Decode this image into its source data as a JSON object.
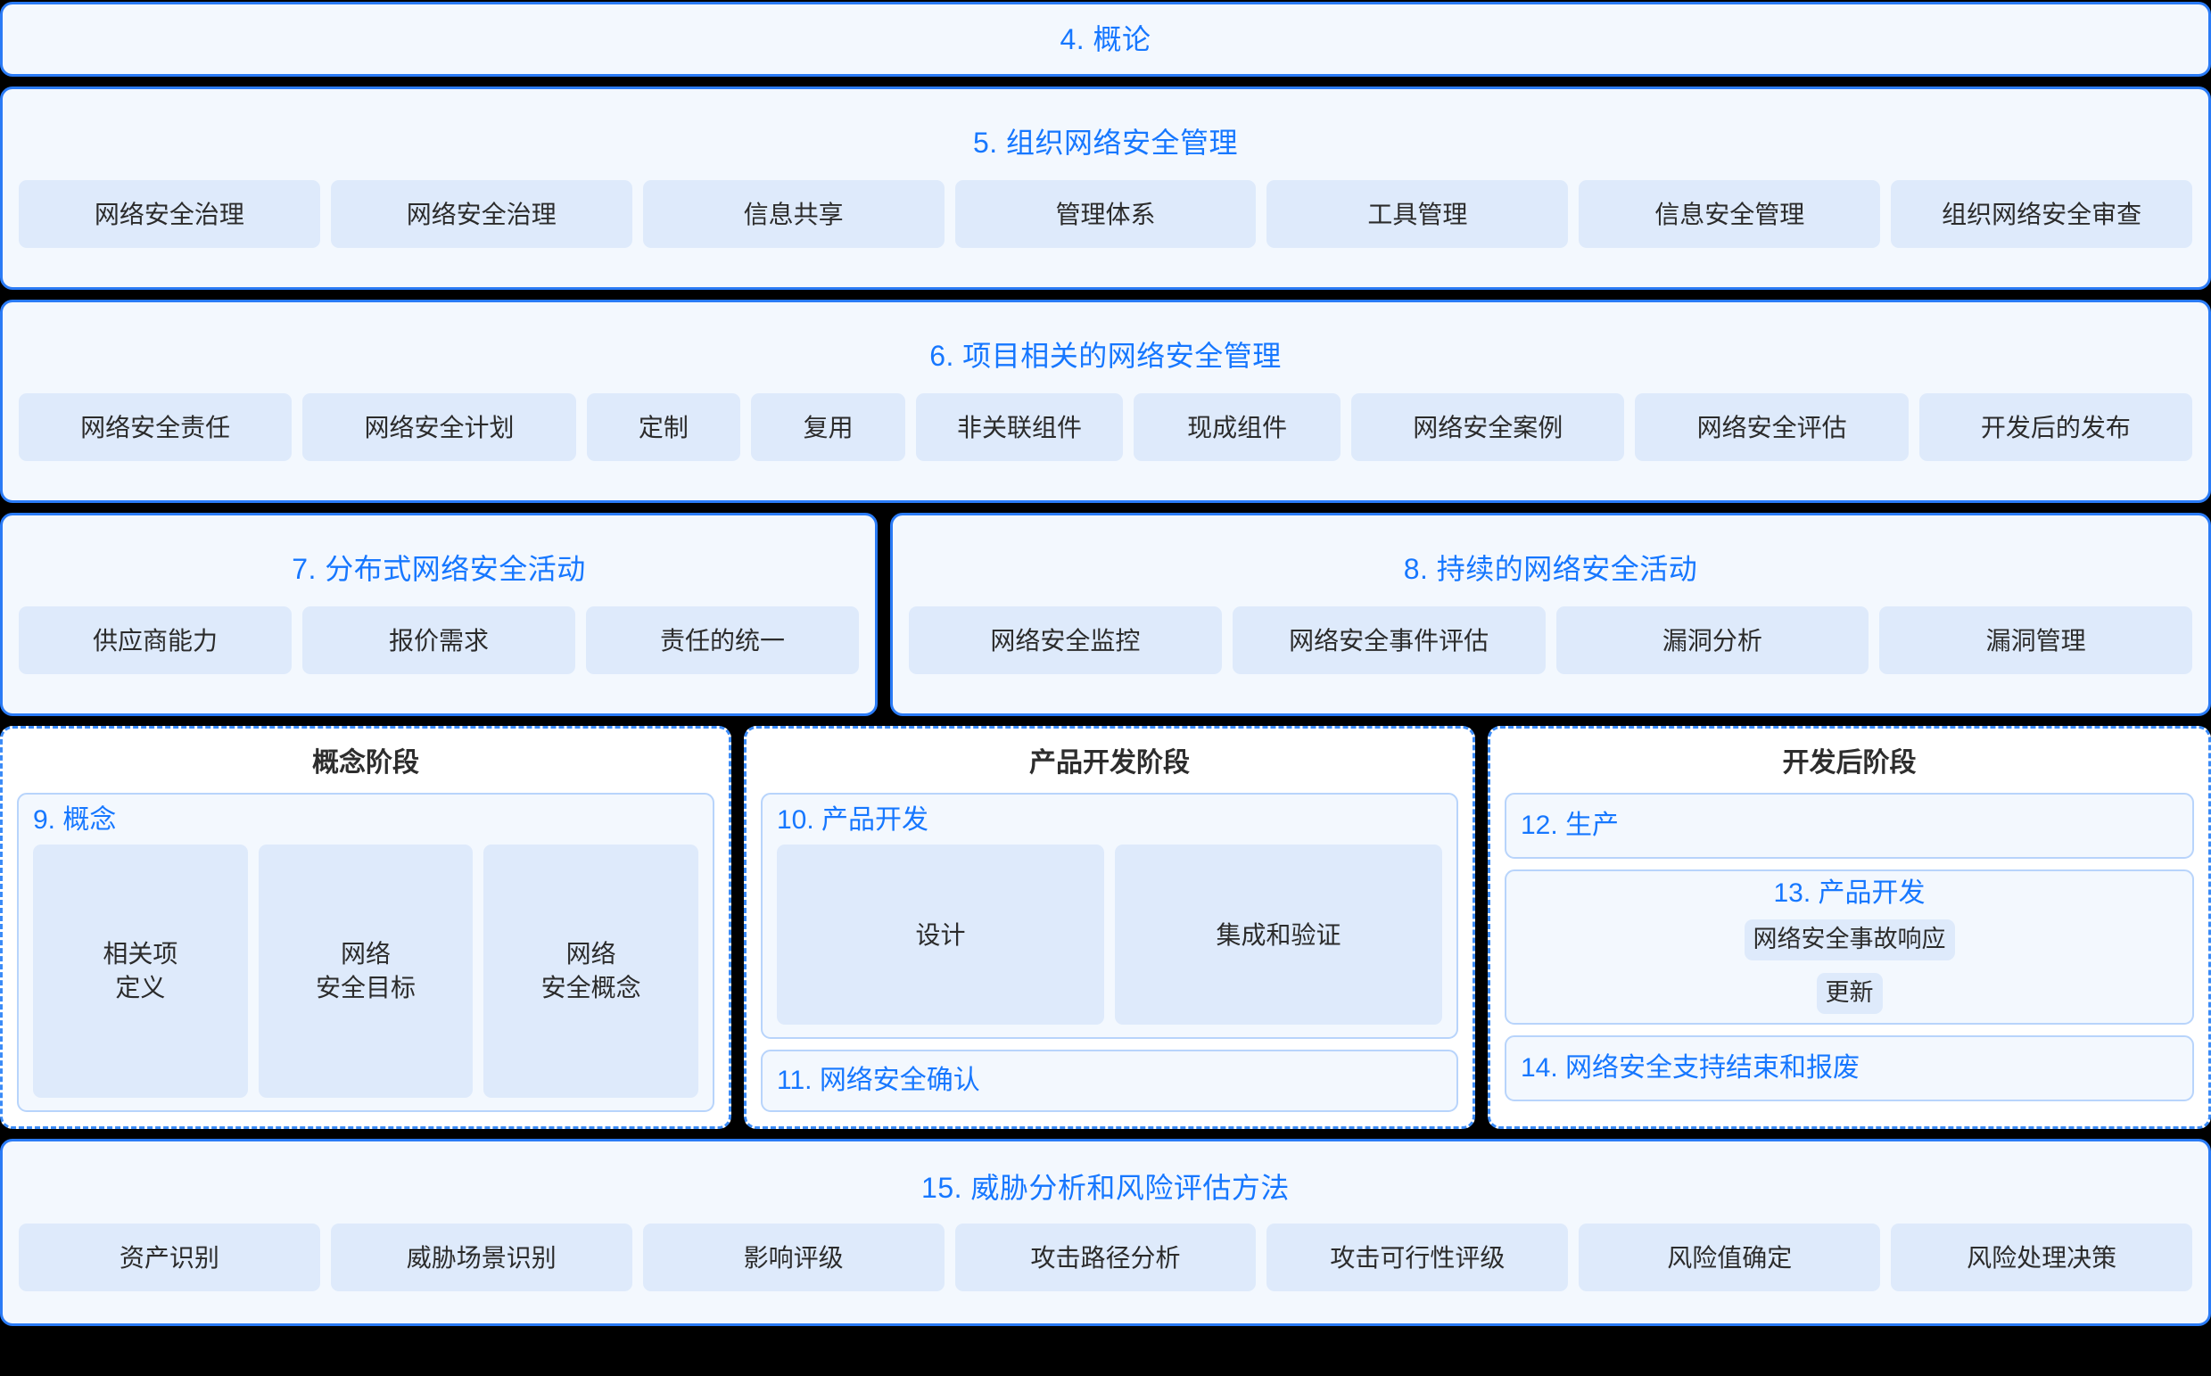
{
  "colors": {
    "background": "#000000",
    "panel_bg": "#f3f8fe",
    "panel_border": "#2a7bf6",
    "chip_bg": "#deeafb",
    "accent_blue": "#1677ff",
    "text_dark": "#2b2b2b",
    "phase_card_bg": "#ffffff"
  },
  "sections": {
    "s4": {
      "title": "4. 概论"
    },
    "s5": {
      "title": "5. 组织网络安全管理",
      "items": [
        "网络安全治理",
        "网络安全治理",
        "信息共享",
        "管理体系",
        "工具管理",
        "信息安全管理",
        "组织网络安全审查"
      ]
    },
    "s6": {
      "title": "6. 项目相关的网络安全管理",
      "items": [
        "网络安全责任",
        "网络安全计划",
        "定制",
        "复用",
        "非关联组件",
        "现成组件",
        "网络安全案例",
        "网络安全评估",
        "开发后的发布"
      ]
    },
    "s7": {
      "title": "7. 分布式网络安全活动",
      "items": [
        "供应商能力",
        "报价需求",
        "责任的统一"
      ]
    },
    "s8": {
      "title": "8. 持续的网络安全活动",
      "items": [
        "网络安全监控",
        "网络安全事件评估",
        "漏洞分析",
        "漏洞管理"
      ]
    },
    "s15": {
      "title": "15. 威胁分析和风险评估方法",
      "items": [
        "资产识别",
        "威胁场景识别",
        "影响评级",
        "攻击路径分析",
        "攻击可行性评级",
        "风险值确定",
        "风险处理决策"
      ]
    }
  },
  "phases": {
    "concept": {
      "title": "概念阶段",
      "block": {
        "label": "9. 概念",
        "items": [
          "相关项\n定义",
          "网络\n安全目标",
          "网络\n安全概念"
        ]
      }
    },
    "product": {
      "title": "产品开发阶段",
      "block": {
        "label": "10. 产品开发",
        "items": [
          "设计",
          "集成和验证"
        ]
      },
      "bar": {
        "label": "11. 网络安全确认"
      }
    },
    "post": {
      "title": "开发后阶段",
      "bar_top": {
        "label": "12. 生产"
      },
      "row13": {
        "label": "13. 产品开发",
        "items": [
          "网络安全事故响应",
          "更新"
        ]
      },
      "bar_bottom": {
        "label": "14. 网络安全支持结束和报废"
      }
    }
  }
}
